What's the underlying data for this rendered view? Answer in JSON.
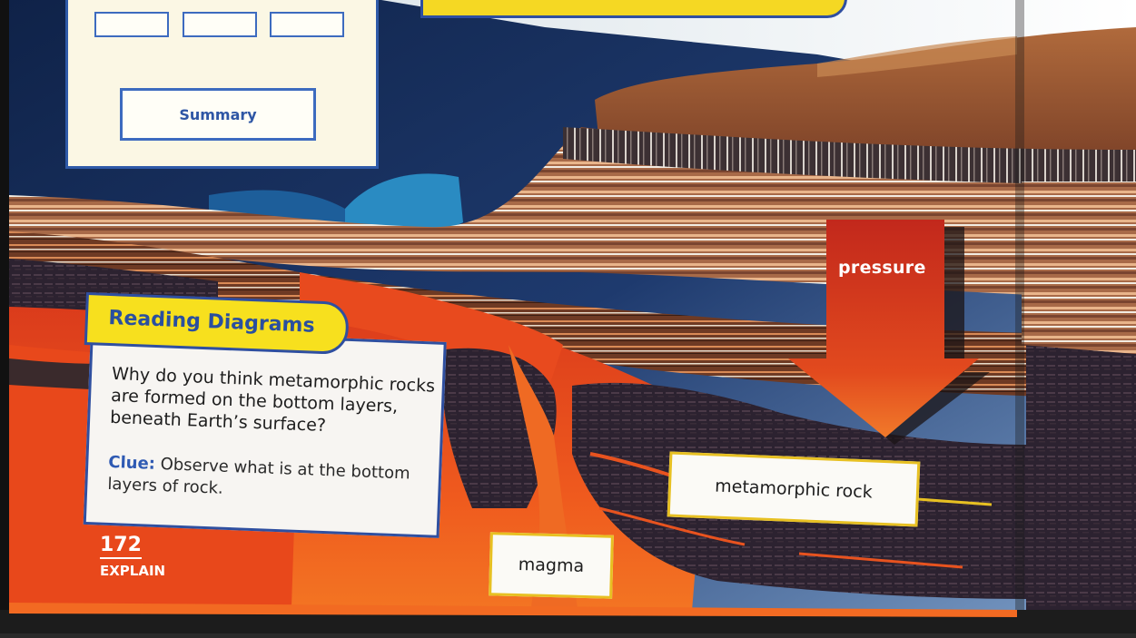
{
  "diagram": {
    "summary_label": "Summary"
  },
  "callout": {
    "title": "Reading Diagrams",
    "question": "Why do you think metamorphic rocks are formed on the bottom layers, beneath Earth’s surface?",
    "clue_label": "Clue:",
    "clue_text": "Observe what is at the bottom layers of rock."
  },
  "labels": {
    "pressure": "pressure",
    "metamorphic_rock": "metamorphic rock",
    "magma": "magma"
  },
  "page": {
    "number": "172",
    "section": "EXPLAIN"
  },
  "colors": {
    "accent_blue": "#2f4fa0",
    "accent_yellow": "#f7e01e",
    "magma_orange": "#e8451c",
    "pressure_red": "#d8381a"
  }
}
